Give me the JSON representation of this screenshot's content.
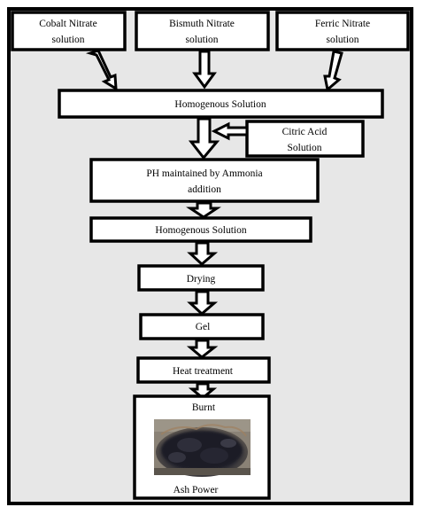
{
  "nodes": {
    "cobalt": {
      "line1": "Cobalt Nitrate",
      "line2": "solution"
    },
    "bismuth": {
      "line1": "Bismuth Nitrate",
      "line2": "solution"
    },
    "ferric": {
      "line1": "Ferric Nitrate",
      "line2": "solution"
    },
    "homog1": "Homogenous Solution",
    "citric": {
      "line1": "Citric Acid",
      "line2": "Solution"
    },
    "ph": {
      "line1": "PH maintained by Ammonia",
      "line2": "addition"
    },
    "homog2": "Homogenous Solution",
    "drying": "Drying",
    "gel": "Gel",
    "heat": "Heat treatment",
    "burnt": "Burnt",
    "ash": "Ash Power"
  },
  "colors": {
    "background": "#e7e7e7",
    "box": "#ffffff",
    "stroke": "#000000"
  },
  "photo": {
    "depicts": "black ash powder in dish"
  }
}
